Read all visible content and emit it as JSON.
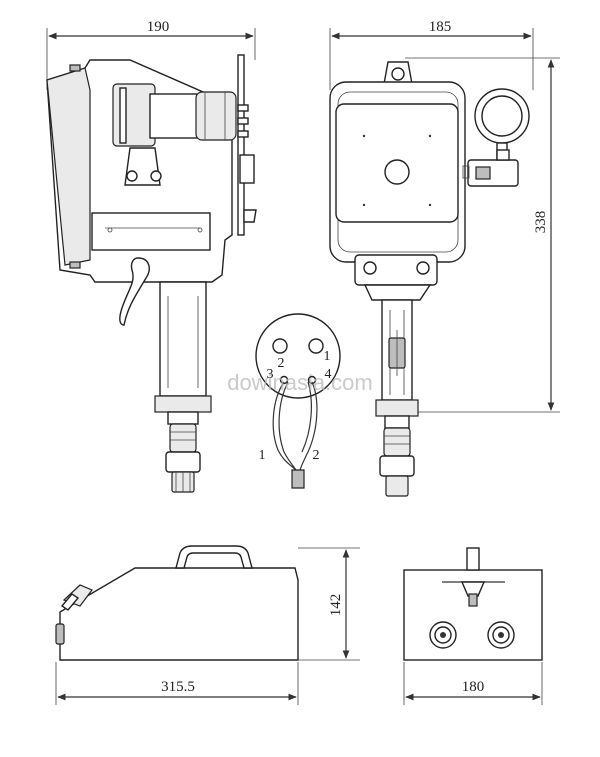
{
  "dimensions": {
    "side_width": "190",
    "front_width": "185",
    "front_height": "338",
    "box_length": "315.5",
    "box_height": "142",
    "box_width": "180"
  },
  "connector": {
    "pin_1": "1",
    "pin_2": "2",
    "pin_3": "3",
    "pin_4": "4",
    "wire_1": "1",
    "wire_2": "2"
  },
  "watermark": "dowinasia.com"
}
